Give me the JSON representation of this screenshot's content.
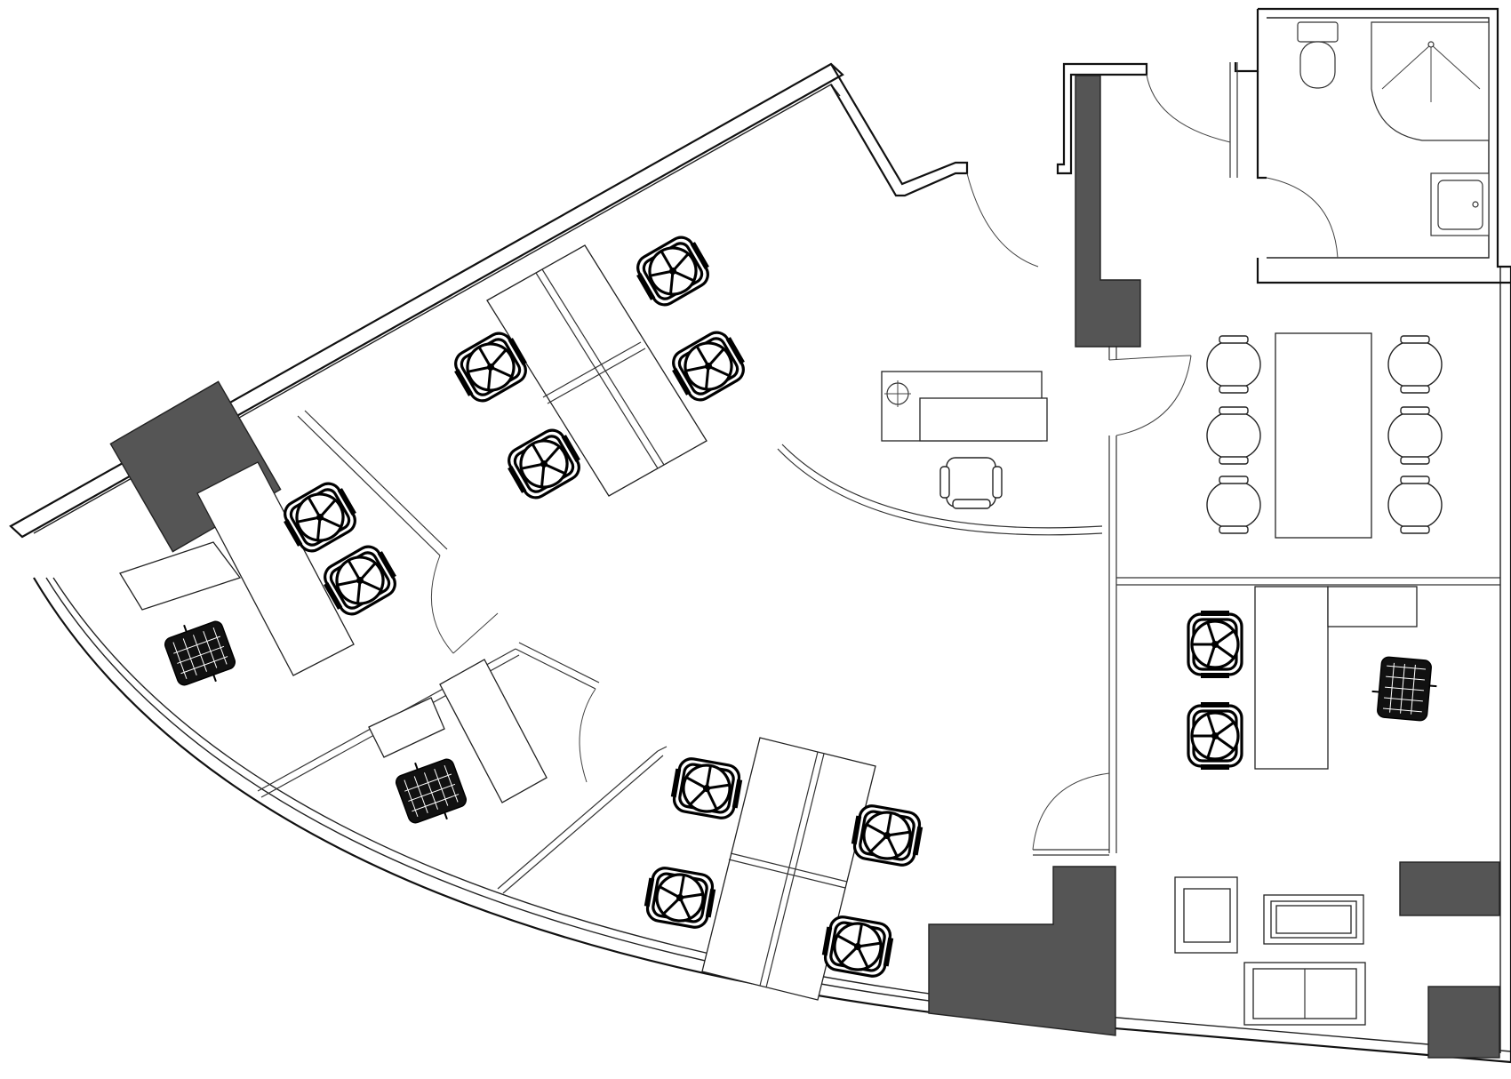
{
  "title": "",
  "colors": {
    "wall": "#111111",
    "solid_fill": "#555555",
    "background": "#ffffff"
  },
  "elements": {
    "rooms": [
      "office",
      "open-workspace",
      "reception",
      "meeting-room",
      "lounge",
      "bathroom"
    ],
    "icons": [
      "swivel-chair-icon",
      "executive-chair-icon",
      "meeting-chair-icon",
      "toilet-icon",
      "shower-icon",
      "sink-icon",
      "sofa-icon",
      "armchair-icon"
    ]
  }
}
